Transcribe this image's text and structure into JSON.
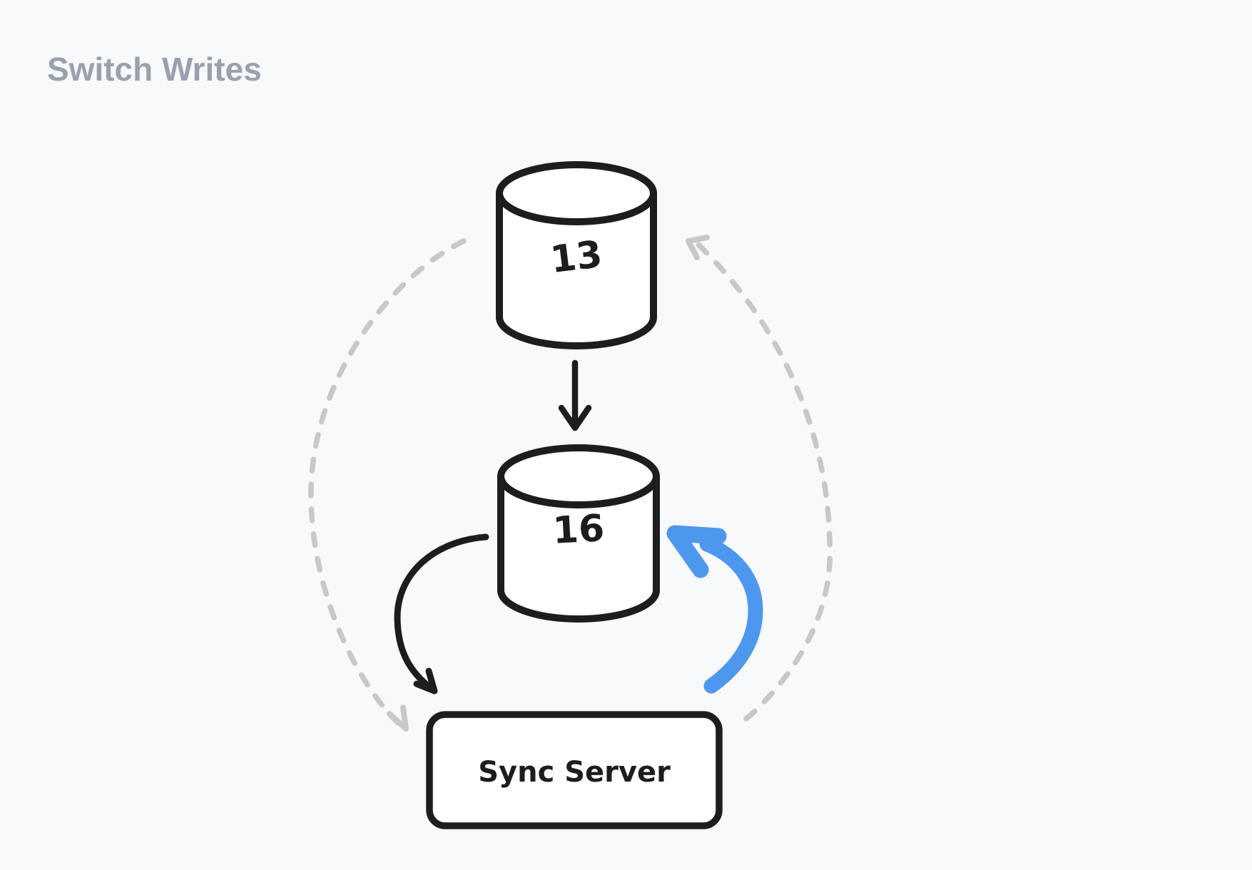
{
  "title": "Switch Writes",
  "nodes": {
    "db_top": {
      "label": "13"
    },
    "db_bottom": {
      "label": "16"
    },
    "sync_server": {
      "label": "Sync Server"
    }
  },
  "colors": {
    "background": "#f8f9fb",
    "ink": "#1d1d1f",
    "title_gray": "#99a1ad",
    "dashed_gray": "#c7c8ca",
    "arrow_blue": "#4e97ef",
    "node_fill": "#ffffff"
  }
}
